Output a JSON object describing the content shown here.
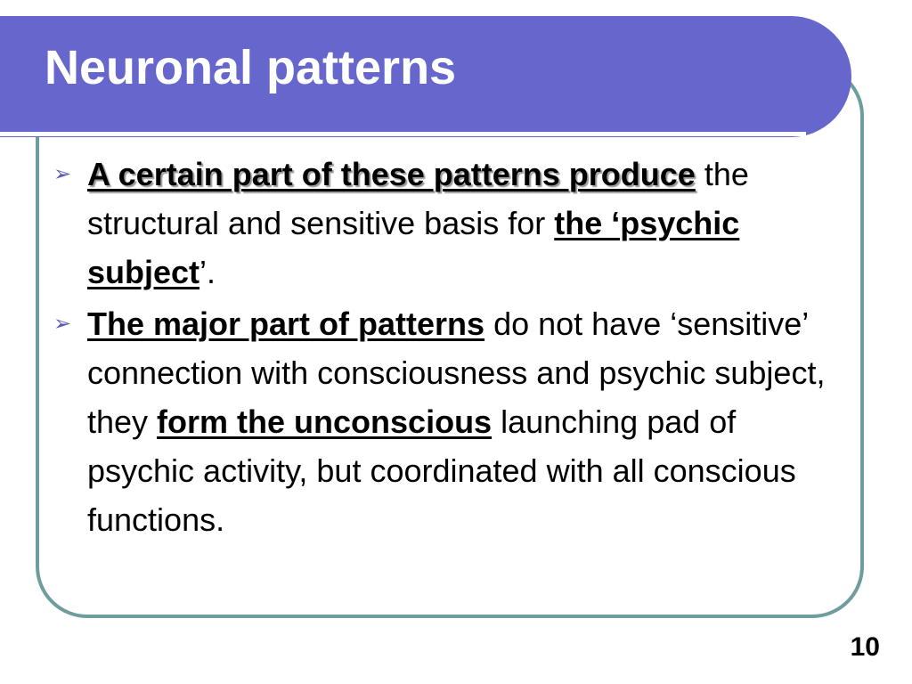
{
  "slide": {
    "title": "Neuronal patterns",
    "slide_number": "10",
    "bullet_marker": "➢"
  },
  "bullets": [
    {
      "parts": [
        "A certain part of these patterns produce",
        " the structural and sensitive basis for ",
        "the ‘psychic subject",
        "’."
      ]
    },
    {
      "parts": [
        "The major part of patterns",
        " do not have ‘sensitive’ connection with consciousness and psychic subject, they ",
        "form the unconscious",
        " launching pad of psychic activity, but coordinated with all conscious functions."
      ]
    }
  ],
  "colors": {
    "title_bar": "#6666cc",
    "frame_border": "#6f9d9d",
    "title_text": "#ffffff",
    "bullet_marker": "#5a5ab4",
    "body_text": "#000000"
  }
}
